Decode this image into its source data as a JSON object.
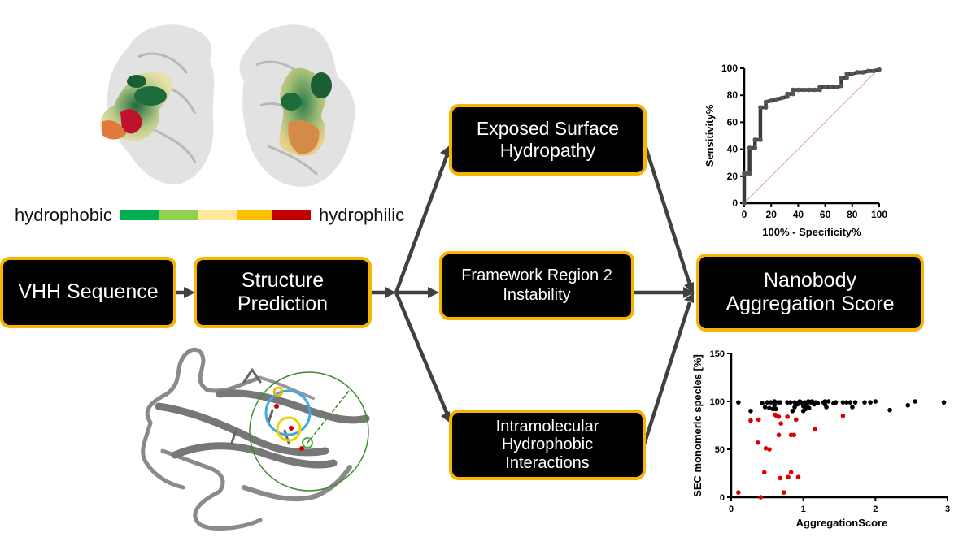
{
  "flow": {
    "vhh_sequence": "VHH Sequence",
    "structure_prediction": [
      "Structure",
      "Prediction"
    ],
    "exposed_surface": [
      "Exposed Surface",
      "Hydropathy"
    ],
    "framework_region": [
      "Framework Region 2",
      "Instability"
    ],
    "intramolecular": [
      "Intramolecular",
      "Hydrophobic",
      "Interactions"
    ],
    "nanobody_score": [
      "Nanobody",
      "Aggregation Score"
    ]
  },
  "hydropathy_scale": {
    "left_label": "hydrophobic",
    "right_label": "hydrophilic",
    "colors": [
      "#00b050",
      "#92d050",
      "#ffe699",
      "#ffc000",
      "#c00000"
    ]
  },
  "colors": {
    "box_fill": "#000000",
    "box_border": "#f7b500",
    "arrow": "#404040",
    "roc_line": "#3a3a3a",
    "diagonal": "#e8a0a0",
    "scatter_black": "#000000",
    "scatter_red": "#e00000"
  },
  "chart_data": [
    {
      "type": "line",
      "title": "",
      "xlabel": "100% - Specificity%",
      "ylabel": "Sensitivity%",
      "xlim": [
        0,
        100
      ],
      "ylim": [
        0,
        100
      ],
      "xticks": [
        0,
        20,
        40,
        60,
        80,
        100
      ],
      "yticks": [
        0,
        20,
        40,
        60,
        80,
        100
      ],
      "series": [
        {
          "name": "ROC",
          "x": [
            0,
            0,
            4,
            4,
            8,
            8,
            12,
            12,
            16,
            16,
            20,
            24,
            28,
            32,
            32,
            36,
            36,
            40,
            44,
            48,
            52,
            56,
            56,
            60,
            64,
            68,
            72,
            72,
            76,
            76,
            80,
            84,
            88,
            92,
            96,
            100
          ],
          "y": [
            0,
            22,
            22,
            41,
            41,
            47,
            47,
            71,
            71,
            75,
            76,
            77,
            78,
            79,
            81,
            81,
            84,
            84,
            84,
            84,
            84,
            84,
            86,
            86,
            86,
            86,
            87,
            93,
            93,
            96,
            96,
            97,
            97,
            98,
            98,
            99
          ]
        },
        {
          "name": "Reference",
          "x": [
            0,
            100
          ],
          "y": [
            0,
            100
          ]
        }
      ]
    },
    {
      "type": "scatter",
      "title": "",
      "xlabel": "AggregationScore",
      "ylabel": "SEC monomeric species [%]",
      "xlim": [
        0,
        3
      ],
      "ylim": [
        0,
        150
      ],
      "xticks": [
        0,
        1,
        2,
        3
      ],
      "yticks": [
        0,
        50,
        100,
        150
      ],
      "series": [
        {
          "name": "black",
          "x": [
            0.1,
            0.27,
            0.43,
            0.47,
            0.5,
            0.53,
            0.55,
            0.58,
            0.6,
            0.62,
            0.65,
            0.68,
            0.78,
            0.82,
            0.85,
            0.88,
            0.9,
            0.92,
            0.95,
            0.97,
            1.0,
            1.02,
            1.03,
            1.05,
            1.07,
            1.08,
            1.1,
            1.12,
            1.15,
            1.17,
            1.2,
            1.28,
            1.3,
            1.32,
            1.35,
            1.42,
            1.45,
            1.55,
            1.6,
            1.65,
            1.68,
            1.72,
            1.85,
            1.93,
            2.0,
            2.2,
            2.45,
            2.55,
            2.95,
            1.0,
            1.05,
            0.88,
            0.6,
            1.3
          ],
          "y": [
            99,
            90,
            98,
            94,
            99,
            93,
            99,
            92,
            100,
            92,
            99,
            99,
            99,
            99,
            90,
            99,
            98,
            97,
            100,
            99,
            95,
            99,
            92,
            98,
            100,
            93,
            99,
            100,
            97,
            99,
            98,
            99,
            100,
            94,
            100,
            98,
            99,
            99,
            99,
            99,
            94,
            99,
            99,
            99,
            100,
            91,
            96,
            100,
            99,
            90,
            96,
            94,
            96,
            97
          ]
        },
        {
          "name": "red",
          "x": [
            0.1,
            0.27,
            0.38,
            0.37,
            0.48,
            0.53,
            0.61,
            0.63,
            0.66,
            0.69,
            0.78,
            0.9,
            0.66,
            0.83,
            0.87,
            0.46,
            0.68,
            0.79,
            0.83,
            0.93,
            0.73,
            0.41,
            1.16,
            1.55
          ],
          "y": [
            5,
            80,
            81,
            57,
            51,
            50,
            86,
            85,
            84,
            77,
            84,
            81,
            65,
            65,
            65,
            26,
            20,
            21,
            26,
            21,
            5,
            0,
            71,
            85
          ]
        }
      ]
    }
  ]
}
